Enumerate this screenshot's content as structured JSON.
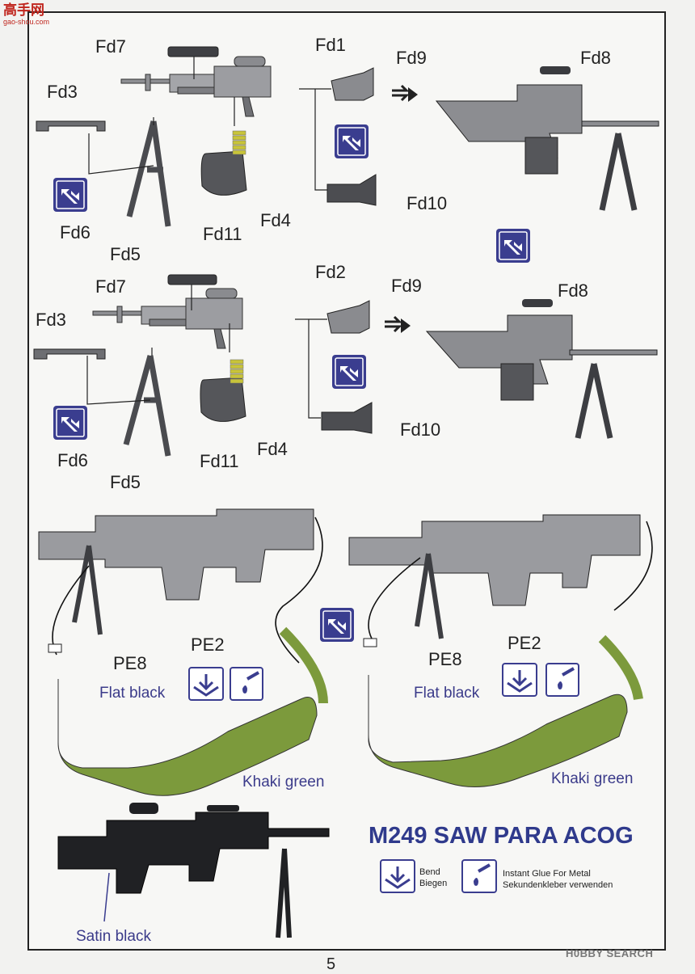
{
  "logo": {
    "brand": "高手网",
    "url": "gao-shou.com"
  },
  "page_number": "5",
  "title": "M249 SAW PARA ACOG",
  "colors": {
    "title": "#2f3a8c",
    "note": "#3b3b8a",
    "sling": "#7c9a3c",
    "icon": "#3a3d8f"
  },
  "step1": {
    "parts": {
      "fd7": "Fd7",
      "fd1": "Fd1",
      "fd9": "Fd9",
      "fd8": "Fd8",
      "fd3": "Fd3",
      "fd6": "Fd6",
      "fd5": "Fd5",
      "fd11": "Fd11",
      "fd4": "Fd4",
      "fd10": "Fd10"
    }
  },
  "step2": {
    "parts": {
      "fd7": "Fd7",
      "fd2": "Fd2",
      "fd9": "Fd9",
      "fd8": "Fd8",
      "fd3": "Fd3",
      "fd6": "Fd6",
      "fd5": "Fd5",
      "fd11": "Fd11",
      "fd4": "Fd4",
      "fd10": "Fd10"
    }
  },
  "step3": {
    "left": {
      "pe8": "PE8",
      "pe2": "PE2",
      "flat_black": "Flat black",
      "khaki_green": "Khaki green"
    },
    "right": {
      "pe8": "PE8",
      "pe2": "PE2",
      "flat_black": "Flat black",
      "khaki_green": "Khaki green"
    }
  },
  "final": {
    "satin_black": "Satin black"
  },
  "legend": {
    "bend_en": "Bend",
    "bend_de": "Biegen",
    "glue_en": "Instant Glue For Metal",
    "glue_de": "Sekundenkleber verwenden",
    "icons": [
      "bend-icon",
      "glue-icon",
      "rotate-icon"
    ]
  },
  "watermark": "H0BBY SEARCH"
}
